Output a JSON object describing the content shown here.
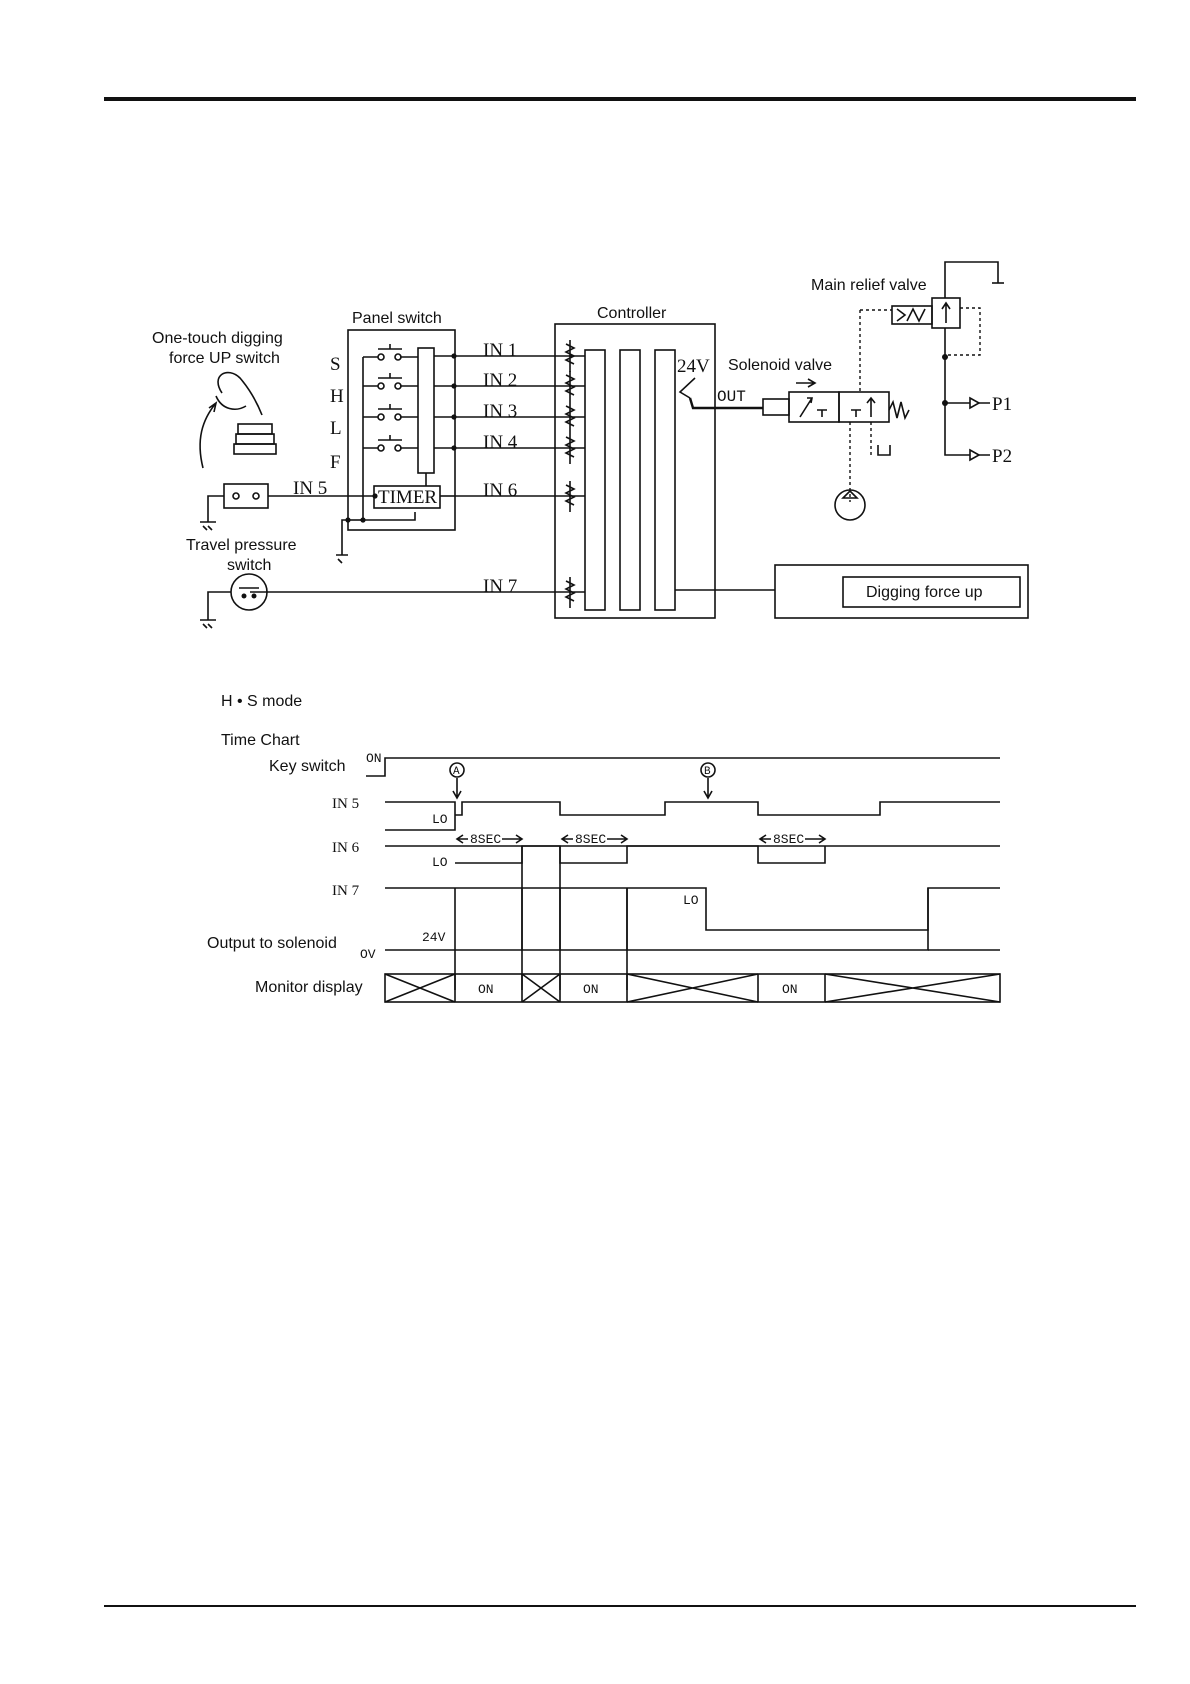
{
  "circuit": {
    "main_relief_valve": "Main relief valve",
    "controller": "Controller",
    "panel_switch": "Panel switch",
    "one_touch_line1": "One-touch digging",
    "one_touch_line2": "force UP switch",
    "solenoid_valve": "Solenoid valve",
    "v24": "24V",
    "out": "OUT",
    "p1": "P1",
    "p2": "P2",
    "modes": [
      "S",
      "H",
      "L",
      "F"
    ],
    "inputs": [
      "IN 1",
      "IN 2",
      "IN 3",
      "IN 4",
      "IN 6",
      "IN 7"
    ],
    "in5": "IN 5",
    "timer": "TIMER",
    "travel_line1": "Travel pressure",
    "travel_line2": "switch",
    "digging_force_up": "Digging force up"
  },
  "time_chart": {
    "mode_label": "H • S mode",
    "title": "Time Chart",
    "rows": {
      "key_switch": "Key switch",
      "in5": "IN 5",
      "in6": "IN 6",
      "in7": "IN 7",
      "output": "Output to solenoid",
      "monitor": "Monitor display"
    },
    "markers": {
      "on": "ON",
      "ov": "OV",
      "lo": "LO",
      "v24": "24V",
      "sec": "8SEC",
      "a": "A",
      "b": "B"
    },
    "monitor_on": [
      "ON",
      "ON",
      "ON"
    ]
  }
}
